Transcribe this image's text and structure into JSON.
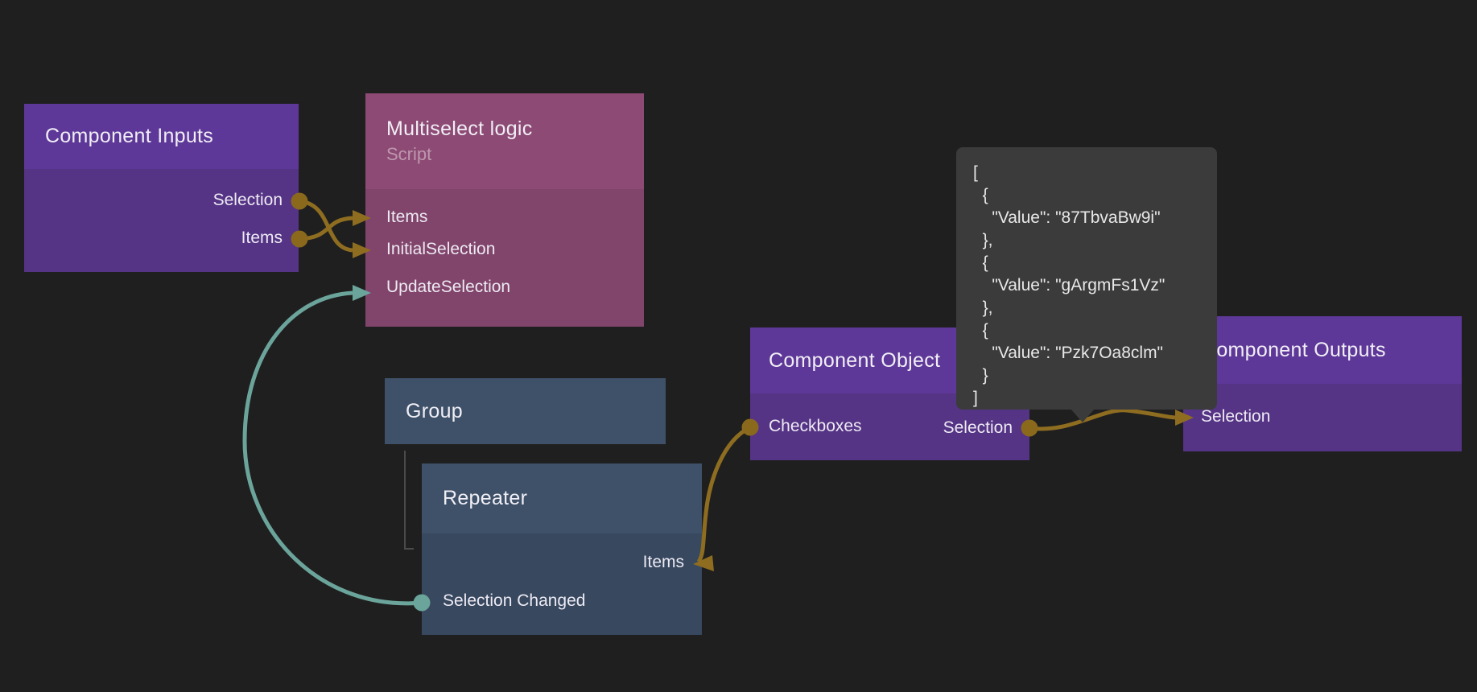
{
  "app": {
    "view": "node-graph-editor"
  },
  "colors": {
    "background": "#1f1f1f",
    "purple_header": "#5e3898",
    "purple_body": "#553385",
    "pink_header": "#8d4a74",
    "pink_body": "#81446b",
    "blue_header": "#3e5168",
    "blue_body": "#37485f",
    "wire_gold": "#8e6d21",
    "wire_teal": "#6ba49b",
    "tooltip_bg": "#3b3b3b"
  },
  "nodes": {
    "component_inputs": {
      "title": "Component Inputs",
      "ports": {
        "selection": "Selection",
        "items": "Items"
      }
    },
    "multiselect_logic": {
      "title": "Multiselect logic",
      "subtitle": "Script",
      "ports": {
        "items": "Items",
        "initial_selection": "InitialSelection",
        "update_selection": "UpdateSelection"
      }
    },
    "group": {
      "title": "Group"
    },
    "repeater": {
      "title": "Repeater",
      "ports": {
        "items": "Items",
        "selection_changed": "Selection Changed"
      }
    },
    "component_object": {
      "title": "Component Object",
      "ports": {
        "checkboxes": "Checkboxes",
        "selection": "Selection"
      }
    },
    "component_outputs": {
      "title": "Component Outputs",
      "ports": {
        "selection": "Selection"
      }
    }
  },
  "connections": [
    {
      "from": "Component Inputs.Selection",
      "to": "Multiselect logic.InitialSelection",
      "color": "gold"
    },
    {
      "from": "Component Inputs.Items",
      "to": "Multiselect logic.Items",
      "color": "gold"
    },
    {
      "from": "Repeater.Selection Changed",
      "to": "Multiselect logic.UpdateSelection",
      "color": "teal"
    },
    {
      "from": "Component Object.Checkboxes",
      "to": "Repeater.Items",
      "color": "gold"
    },
    {
      "from": "Component Object.Selection",
      "to": "Component Outputs.Selection",
      "color": "gold"
    }
  ],
  "tooltip": {
    "lines": [
      "[",
      "  {",
      "    \"Value\": \"87TbvaBw9i\"",
      "  },",
      "  {",
      "    \"Value\": \"gArgmFs1Vz\"",
      "  },",
      "  {",
      "    \"Value\": \"Pzk7Oa8clm\"",
      "  }",
      "]"
    ]
  }
}
